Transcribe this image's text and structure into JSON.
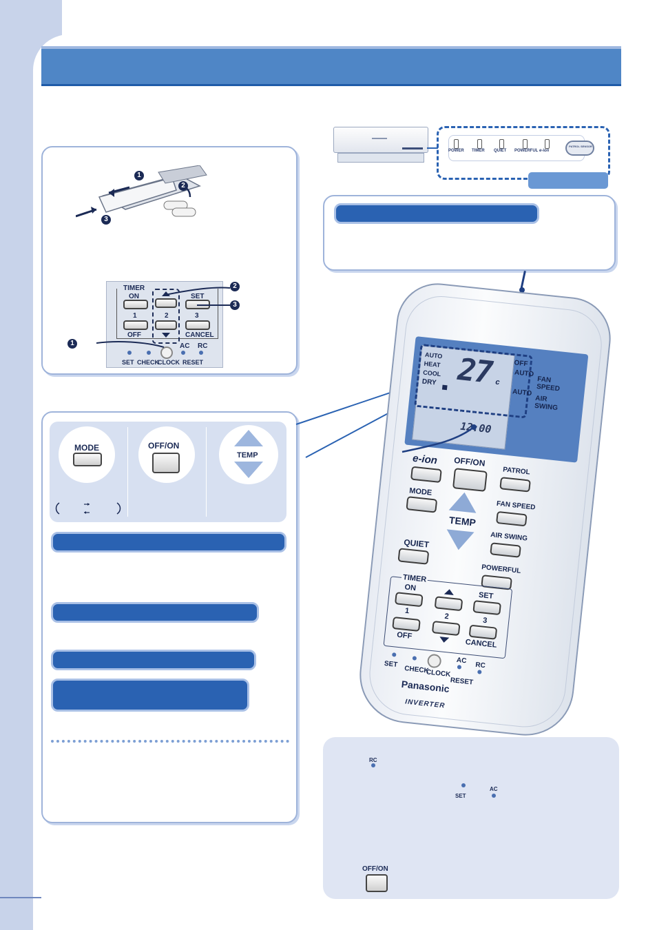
{
  "indicator_panel": {
    "labels": [
      "POWER",
      "TIMER",
      "QUIET",
      "POWERFUL",
      "e-ion"
    ],
    "sensor_label": "PATROL SENSOR"
  },
  "battery_steps": [
    "1",
    "2",
    "3"
  ],
  "clock_panel": {
    "timer": "TIMER",
    "on": "ON",
    "off": "OFF",
    "one": "1",
    "two": "2",
    "three": "3",
    "set": "SET",
    "cancel": "CANCEL",
    "ac": "AC",
    "rc": "RC",
    "bottom_labels": [
      "SET",
      "CHECK",
      "CLOCK",
      "RESET"
    ],
    "steps": [
      "1",
      "2",
      "3"
    ]
  },
  "operation_panel": {
    "mode": "MODE",
    "offon": "OFF/ON",
    "temp": "TEMP"
  },
  "remote": {
    "display": {
      "modes": [
        "AUTO",
        "HEAT",
        "COOL",
        "DRY"
      ],
      "temperature": "27",
      "unit": "c",
      "off": "OFF",
      "auto1": "AUTO",
      "auto2": "AUTO",
      "clock": "12:00",
      "fan_speed": "FAN SPEED",
      "air_swing": "AIR SWING"
    },
    "buttons": {
      "eion": "e-ion",
      "offon": "OFF/ON",
      "patrol": "PATROL",
      "mode": "MODE",
      "fan_speed": "FAN SPEED",
      "temp": "TEMP",
      "air_swing": "AIR SWING",
      "quiet": "QUIET",
      "powerful": "POWERFUL",
      "timer": "TIMER",
      "on": "ON",
      "off": "OFF",
      "one": "1",
      "two": "2",
      "three": "3",
      "set": "SET",
      "cancel": "CANCEL",
      "set_small": "SET",
      "check": "CHECK",
      "clock": "CLOCK",
      "ac": "AC",
      "rc": "RC",
      "reset": "RESET"
    },
    "brand": "Panasonic",
    "inverter": "INVERTER"
  },
  "reset_box": {
    "rc": "RC",
    "set": "SET",
    "ac": "AC",
    "offon": "OFF/ON"
  },
  "colors": {
    "accent": "#4f86c6",
    "pill": "#2a62b2",
    "sidebar": "#c8d3ea",
    "remote_display": "#5580c0"
  }
}
